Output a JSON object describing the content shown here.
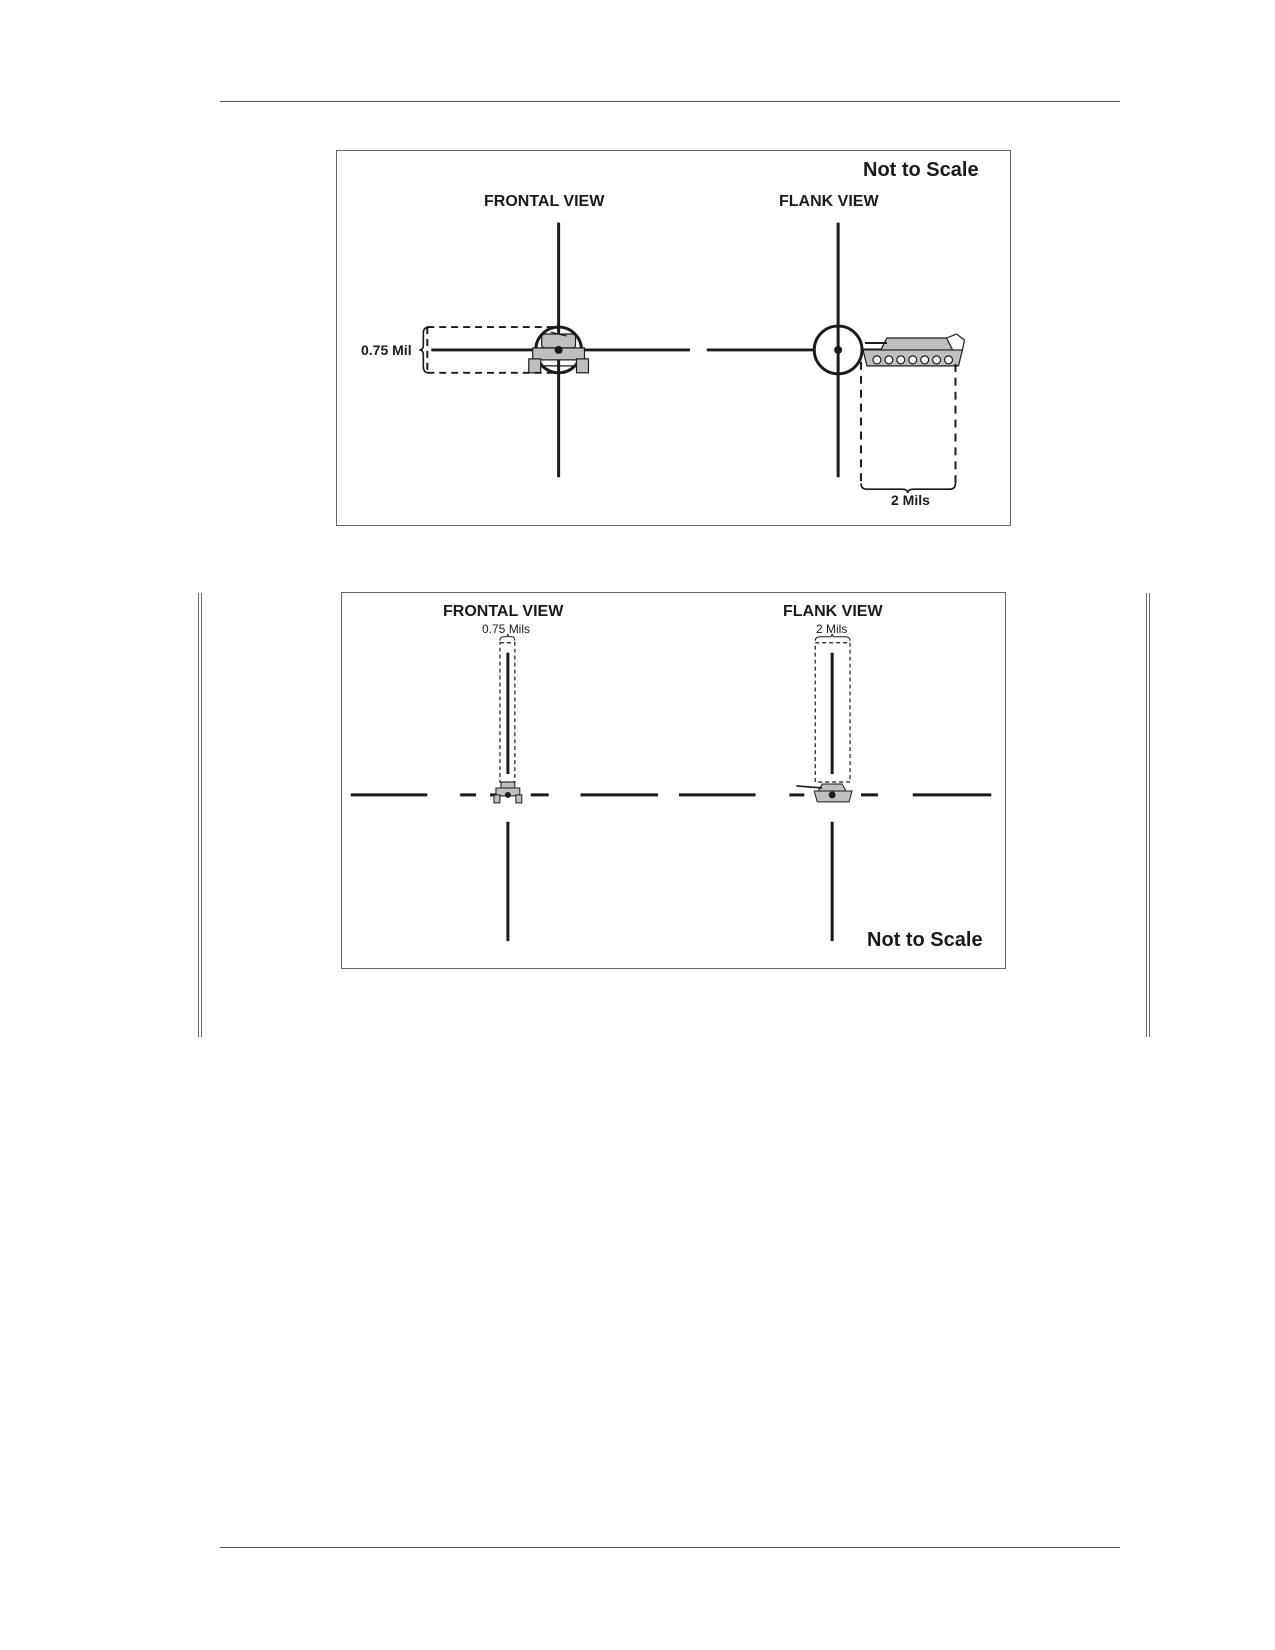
{
  "page": {
    "header_rule": true,
    "footer_rule": true,
    "change_bars": true
  },
  "figure_top": {
    "scale_note": "Not to Scale",
    "frontal": {
      "title": "FRONTAL VIEW",
      "measure": "0.75 Mil",
      "vehicle": "tank-frontal-icon"
    },
    "flank": {
      "title": "FLANK VIEW",
      "measure": "2 Mils",
      "vehicle": "tank-flank-icon"
    }
  },
  "figure_bottom": {
    "scale_note": "Not to Scale",
    "frontal": {
      "title": "FRONTAL VIEW",
      "measure": "0.75 Mils",
      "vehicle": "tank-frontal-icon"
    },
    "flank": {
      "title": "FLANK VIEW",
      "measure": "2 Mils",
      "vehicle": "tank-flank-icon"
    }
  },
  "colors": {
    "ink": "#1a1a1a",
    "border": "#666666",
    "vehicle_fill": "#bfbfbf"
  }
}
